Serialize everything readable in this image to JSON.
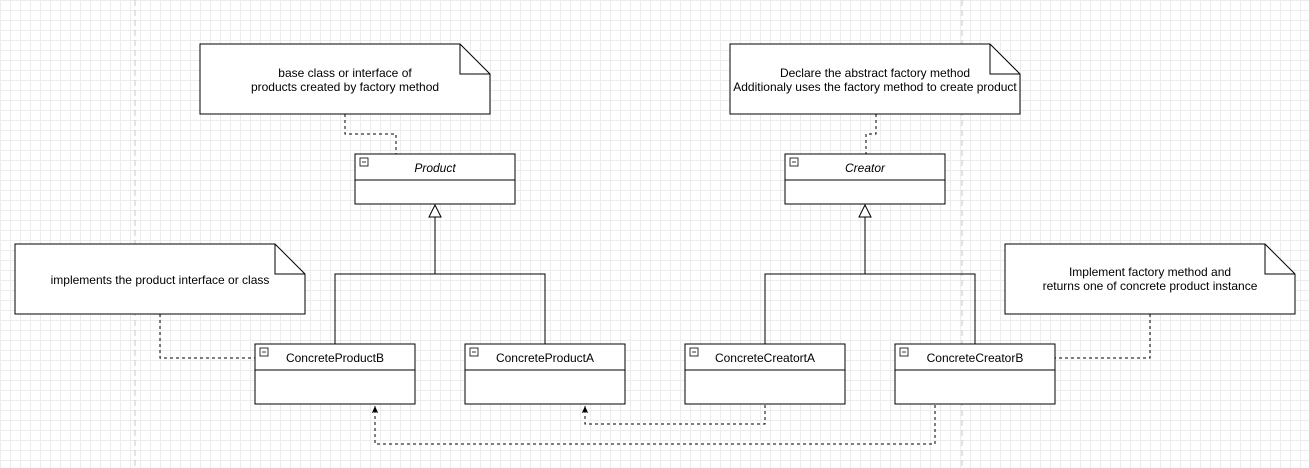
{
  "notes": {
    "product": {
      "line1": "base class or interface of",
      "line2": "products created by factory method"
    },
    "creator": {
      "line1": "Declare the abstract factory method",
      "line2": "Additionaly uses the factory method to create product"
    },
    "concrete_product": {
      "line1": "implements the product interface or class"
    },
    "concrete_creator": {
      "line1": "Implement factory method and",
      "line2": "returns one of concrete product instance"
    }
  },
  "classes": {
    "product": "Product",
    "creator": "Creator",
    "concrete_product_b": "ConcreteProductB",
    "concrete_product_a": "ConcreteProductA",
    "concrete_creator_a": "ConcreteCreatortA",
    "concrete_creator_b": "ConcreteCreatorB"
  },
  "collapse_glyph": "−"
}
